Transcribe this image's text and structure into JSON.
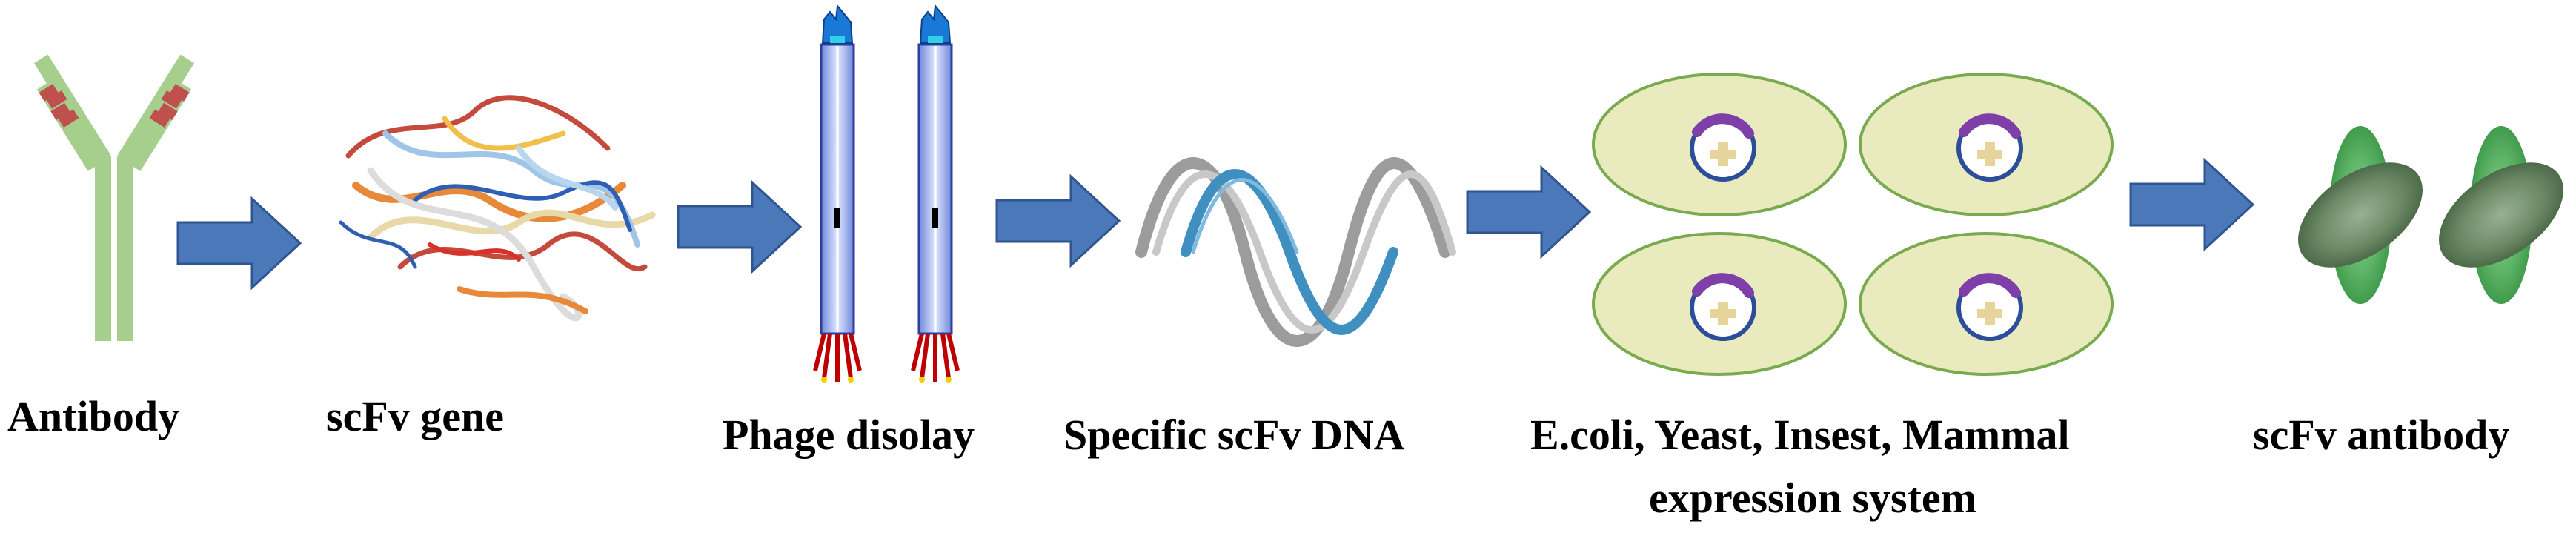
{
  "steps": [
    {
      "id": "antibody",
      "label": "Antibody",
      "icon": "antibody-icon"
    },
    {
      "id": "scfv-gene",
      "label": "scFv gene",
      "icon": "protein-ribbon-icon"
    },
    {
      "id": "phage",
      "label": "Phage disolay",
      "icon": "phage-icon"
    },
    {
      "id": "dna",
      "label": "Specific scFv DNA",
      "icon": "dna-helix-icon"
    },
    {
      "id": "expression",
      "label": "E.coli, Yeast, Insest, Mammal",
      "label2": "expression system",
      "icon": "cell-icon"
    },
    {
      "id": "scfv-antibody",
      "label": "scFv antibody",
      "icon": "scfv-antibody-icon"
    }
  ],
  "colors": {
    "arrow": "#4a78b8",
    "arrow_stroke": "#2f5590",
    "antibody": "#a6cf8e",
    "antibody_band": "#c0504d",
    "cell_fill": "#eaeabf",
    "cell_stroke": "#7aaa4e",
    "plasmid_outer": "#2c4d9a",
    "plasmid_arc": "#7e3fa8",
    "phage_blue": "#8fa6e6",
    "phage_tail": "#c00000",
    "dna_grey": "#9c9c9c",
    "dna_blue": "#3f8fc0",
    "scfv_green": "#2f9e3a",
    "scfv_dark": "#5e7e58"
  }
}
